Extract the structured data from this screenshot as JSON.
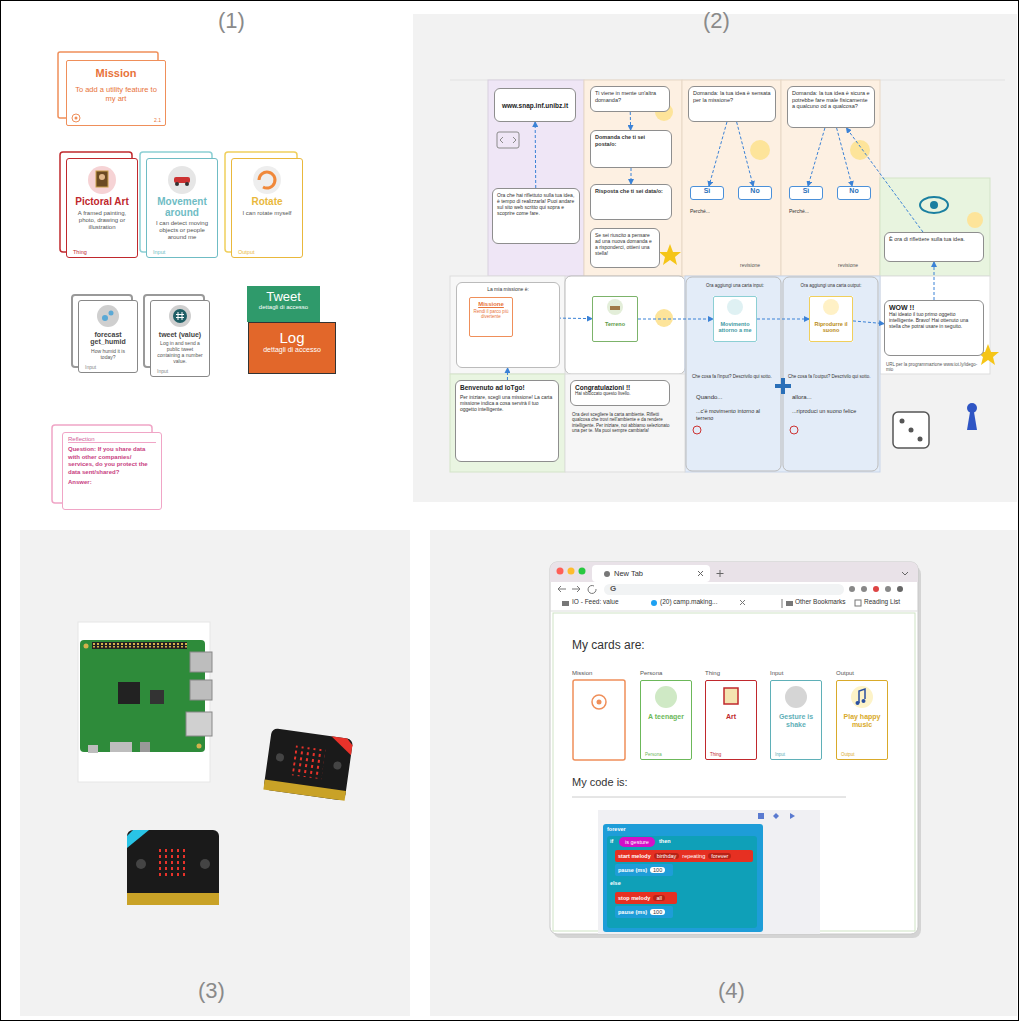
{
  "diagram": {
    "nodes": [
      {
        "text": [
          "Mission",
          "To add a utility feature to my art",
          "2.1"
        ]
      },
      {
        "text": [
          "Pictoral Art",
          "A framed painting, photo, drawing or illustration",
          "Thing"
        ]
      },
      {
        "text": [
          "Movement around",
          "I can detect moving objects or people around me",
          "Input"
        ]
      },
      {
        "text": [
          "Rotate",
          "I can rotate myself",
          "Output"
        ]
      },
      {
        "text": [
          "forecast get_humid",
          "How humid it is today?",
          "Input"
        ]
      },
      {
        "text": [
          "tweet (value)",
          "Log in and send a public tweet containing a number value.",
          "Input"
        ]
      },
      {
        "text": [
          "Tweet",
          "dettagli di accesso"
        ]
      },
      {
        "text": [
          "Log",
          "dettagli di accesso"
        ]
      },
      {
        "text": [
          "Reflection",
          "Question: If you share data with other companies/ services, do you protect the data sent/shared?",
          "Answer:"
        ]
      },
      {
        "text": [
          "www.snap.inf.unibz.it"
        ]
      },
      {
        "text": [
          "Ora che hai riflettuto sulla tua idea, è tempo di realizzarla! Puoi andare sul sito web scritto qui sopra e scoprire come fare."
        ]
      },
      {
        "text": [
          "Ti viene in mente un'altra domanda?"
        ]
      },
      {
        "text": [
          "Domanda che ti sei posta/o:"
        ]
      },
      {
        "text": [
          "Risposta che ti sei data/o:"
        ]
      },
      {
        "text": [
          "Se sei riuscito a pensare ad una nuova domanda e a risponderci, ottieni una stella!"
        ]
      },
      {
        "text": [
          "Domanda: la tua idea è sensata per la missione?"
        ]
      },
      {
        "text": [
          "Sì"
        ]
      },
      {
        "text": [
          "No"
        ]
      },
      {
        "text": [
          "Domanda: la tua idea è sicura e potrebbe fare male fisicamente a qualcuno od a qualcosa?"
        ]
      },
      {
        "text": [
          "Sì"
        ]
      },
      {
        "text": [
          "No"
        ]
      },
      {
        "text": [
          "È ora di riflettere sulla tua idea."
        ]
      },
      {
        "text": [
          "WOW !!",
          "Hai ideato il tuo primo oggetto intelligente. Bravo! Hai ottenuto una stella che potrai usare in seguito."
        ]
      },
      {
        "text": [
          "La mia missione è:"
        ]
      },
      {
        "text": [
          "Missione",
          "Rendi il parco più divertente"
        ],
        "in": 23
      },
      {
        "text": [
          "Terreno"
        ]
      },
      {
        "text": [
          "Ora aggiungi una carta input:",
          "Che cosa fa l'input? Descrivilo qui sotto.",
          "Quando...",
          "...c'è movimento intorno al terreno"
        ]
      },
      {
        "text": [
          "Movimento attorno a me"
        ],
        "in": 26
      },
      {
        "text": [
          "Ora aggiungi una carta output:",
          "Che cosa fa l'output? Descrivilo qui sotto.",
          "allora...",
          "...riproduci un suono felice"
        ]
      },
      {
        "text": [
          "Riprodurre il suono"
        ],
        "in": 28
      },
      {
        "text": [
          "Benvenuto ad IoTgo!",
          "Per iniziare, scegli una missione! La carta missione indica a cosa servirà il tuo oggetto intelligente."
        ]
      },
      {
        "text": [
          "Congratulazioni !!",
          "Hai sbloccato questo livello."
        ]
      },
      {
        "text": [
          "New Tab"
        ]
      },
      {
        "text": [
          "A teenager",
          "Persona"
        ]
      },
      {
        "text": [
          "Art",
          "Thing"
        ]
      },
      {
        "text": [
          "Gesture is shake",
          "Input"
        ]
      },
      {
        "text": [
          "Play happy music",
          "Output"
        ]
      },
      {
        "text": [
          "forever"
        ]
      },
      {
        "text": [
          "if",
          "then",
          "else"
        ],
        "in": 37
      },
      {
        "text": [
          "is gesture"
        ],
        "in": 38
      },
      {
        "text": [
          "start melody",
          "birthday",
          "repeating",
          "forever"
        ],
        "in": 38
      },
      {
        "text": [
          "pause (ms)",
          "100"
        ],
        "in": 38
      },
      {
        "text": [
          "stop melody",
          "all"
        ],
        "in": 38
      },
      {
        "text": [
          "pause (ms)",
          "100"
        ],
        "in": 38
      }
    ],
    "edges": [
      {
        "from": 30,
        "to": 23,
        "arrow": "to"
      },
      {
        "from": 24,
        "to": 25,
        "arrow": "to"
      },
      {
        "from": 25,
        "to": 27,
        "arrow": "to"
      },
      {
        "from": 27,
        "to": 29,
        "arrow": "to"
      },
      {
        "from": 29,
        "to": 22,
        "arrow": "to"
      },
      {
        "from": 22,
        "to": 21,
        "arrow": "to"
      },
      {
        "from": 21,
        "to": 18,
        "arrow": "to"
      },
      {
        "from": 18,
        "to": 19,
        "arrow": "to"
      },
      {
        "from": 18,
        "to": 20,
        "arrow": "to"
      },
      {
        "from": 15,
        "to": 16,
        "arrow": "to"
      },
      {
        "from": 15,
        "to": 17,
        "arrow": "to"
      },
      {
        "from": 11,
        "to": 12,
        "arrow": "to"
      },
      {
        "from": 12,
        "to": 13,
        "arrow": "to"
      },
      {
        "from": 10,
        "to": 9,
        "arrow": "to"
      }
    ],
    "labels": [
      "(1)",
      "(2)",
      "(3)",
      "(4)",
      "Perché...",
      "Perché...",
      "revisione",
      "revisione",
      "Ora devi scegliere la carta ambiente. Rifletti qualcosa che trovi nell'ambiente e da rendere intelligente. Per iniziare, noi abbiamo selezionato una per te. Ma puoi sempre cambiarla!",
      "URL per la programmazione www.iot.ly/idego-mio",
      "G",
      "IO - Feed: value",
      "(20) camp.making...",
      "Other Bookmarks",
      "Reading List",
      "My cards are:",
      "Mission",
      "Persona",
      "Thing",
      "Input",
      "Output",
      "My code is:"
    ]
  }
}
